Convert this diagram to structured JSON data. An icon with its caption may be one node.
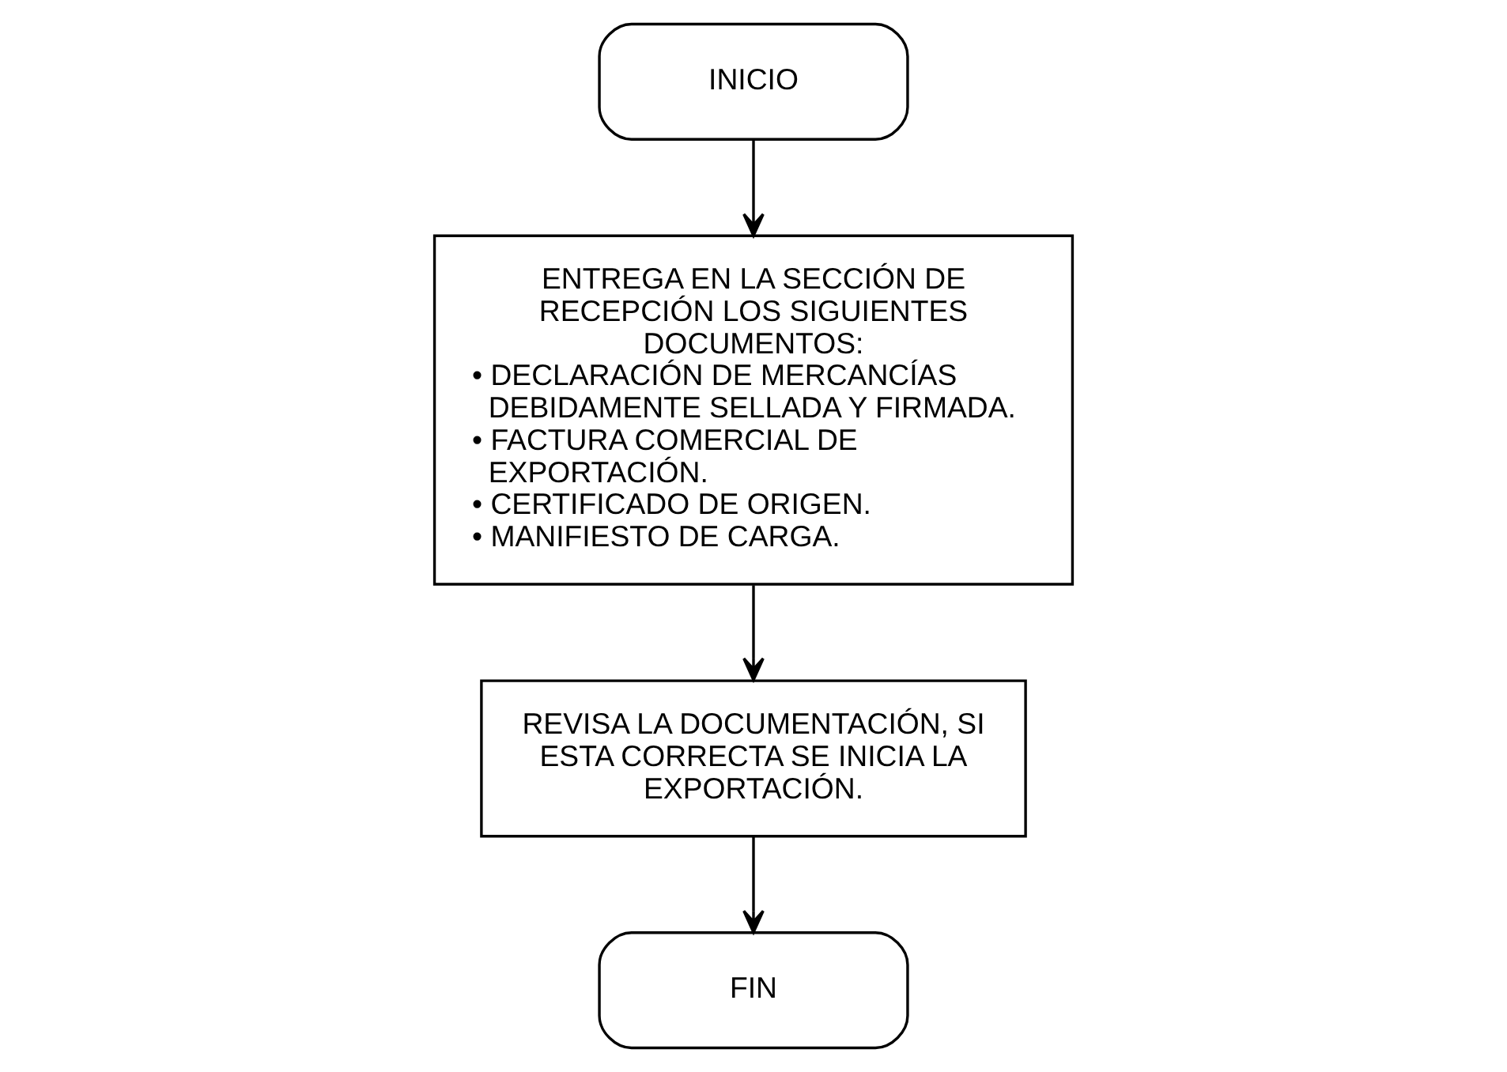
{
  "diagram": {
    "nodes": [
      {
        "text": [
          "INICIO"
        ]
      },
      {
        "text": [
          "ENTREGA EN LA SECCIÓN DE RECEPCIÓN LOS SIGUIENTES DOCUMENTOS:",
          "• DECLARACIÓN DE MERCANCÍAS DEBIDAMENTE SELLADA Y FIRMADA.",
          "• FACTURA COMERCIAL DE EXPORTACIÓN.",
          "• CERTIFICADO DE ORIGEN.",
          "• MANIFIESTO DE CARGA."
        ]
      },
      {
        "text": [
          "REVISA LA DOCUMENTACIÓN, SI ESTA CORRECTA SE INICIA LA EXPORTACIÓN."
        ]
      },
      {
        "text": [
          "FIN"
        ]
      }
    ],
    "edges": [
      {
        "from": 0,
        "to": 1,
        "arrow": "to"
      },
      {
        "from": 1,
        "to": 2,
        "arrow": "to"
      },
      {
        "from": 2,
        "to": 3,
        "arrow": "to"
      }
    ]
  }
}
